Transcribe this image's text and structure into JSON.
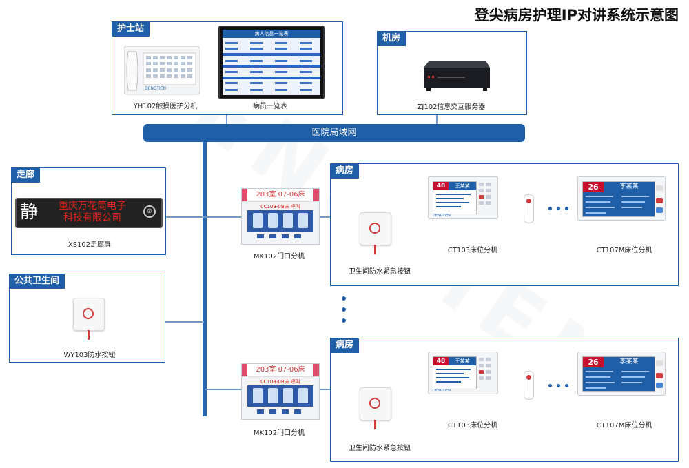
{
  "title": "登尖病房护理IP对讲系统示意图",
  "bus_label": "医院局域网",
  "nurse_station": {
    "tab": "护士站",
    "master_label": "YH102触摸医护分机",
    "list_label": "病员一览表",
    "list_screen_title": "病人信息一览表",
    "brand": "DENGTIEN"
  },
  "machine_room": {
    "tab": "机房",
    "server_label": "ZJ102信息交互服务器"
  },
  "corridor": {
    "tab": "走廊",
    "led_main": "静",
    "led_line1": "重庆万花筒电子",
    "led_line2": "科技有限公司",
    "label": "XS102走廊屏"
  },
  "toilet": {
    "tab": "公共卫生间",
    "label": "WY103防水按钮"
  },
  "door_units": [
    {
      "header": "203室 07-06床",
      "screen_header": "0C108-0B床 呼叫",
      "label": "MK102门口分机"
    },
    {
      "header": "203室 07-06床",
      "screen_header": "0C108-0B床 呼叫",
      "label": "MK102门口分机"
    }
  ],
  "wards": [
    {
      "tab": "病房",
      "button_label": "卫生间防水紧急按钮",
      "bed_unit": {
        "number": "48",
        "name": "王某某",
        "label": "CT103床位分机",
        "brand": "DENGTIEN"
      },
      "wide_unit": {
        "number": "26",
        "name": "李某某",
        "label": "CT107M床位分机"
      }
    },
    {
      "tab": "病房",
      "button_label": "卫生间防水紧急按钮",
      "bed_unit": {
        "number": "48",
        "name": "王某某",
        "label": "CT103床位分机",
        "brand": "DENGTIEN"
      },
      "wide_unit": {
        "number": "26",
        "name": "李某某",
        "label": "CT107M床位分机"
      }
    }
  ],
  "colors": {
    "primary": "#1f5fa8",
    "accent": "#c8102e",
    "line": "#6f97c7"
  }
}
